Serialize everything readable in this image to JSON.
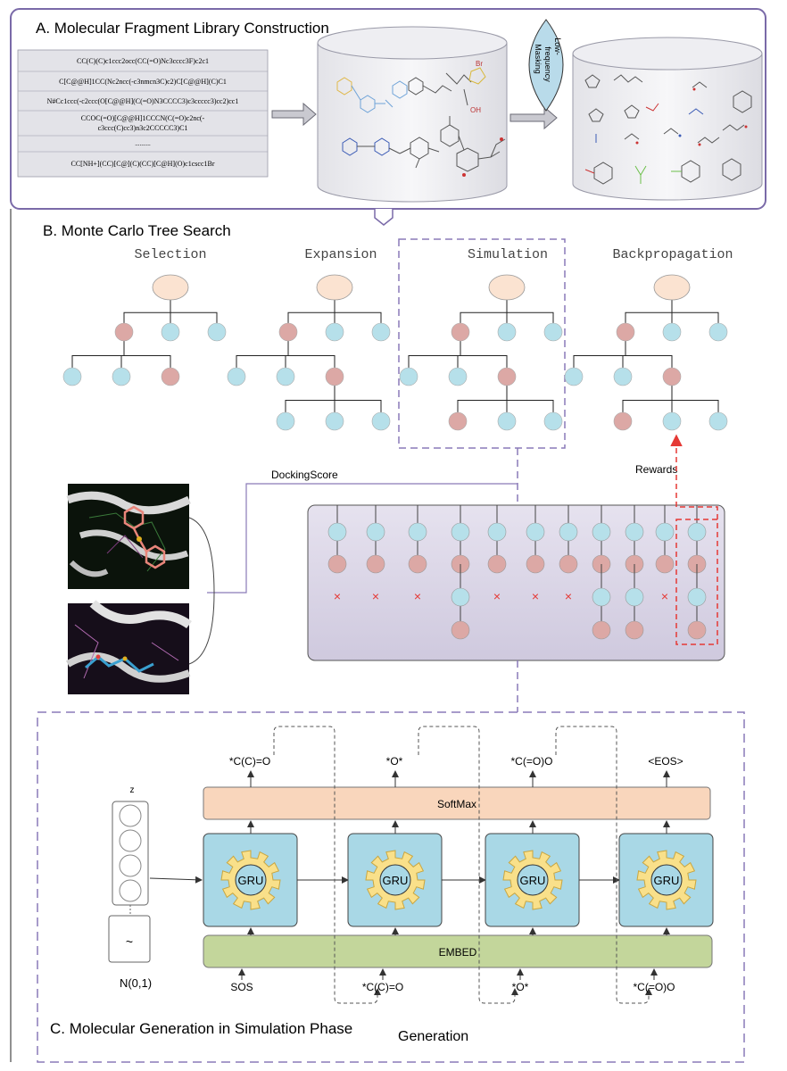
{
  "panel_a": {
    "title": "A. Molecular Fragment Library Construction",
    "smiles": [
      "CC(C)(C)c1ccc2occ(CC(=O)Nc3cccc3F)c2c1",
      "C[C@@H]1CC(Nc2ncc(-c3nmcn3C)c2)C[C@@H](C)C1",
      "N#Cc1ccc(-c2ccc(O[C@@H](C(=O)N3CCCC3)c3ccccc3)cc2)cc1",
      "CCOC(=O)[C@@H]1CCCN(C(=O)c2nc(-",
      "c3ccc(C)cc3)n3c2CCCCC3)C1",
      "..........",
      "CC[NH+](CC)[C@](C)(CC)[C@H](O)c1cscc1Br"
    ],
    "masking_label": [
      "Low-",
      "frequency",
      "Masking"
    ]
  },
  "panel_b": {
    "title": "B. Monte Carlo Tree Search",
    "stages": [
      "Selection",
      "Expansion",
      "Simulation",
      "Backpropagation"
    ],
    "docking_label": "DockingScore",
    "rewards_label": "Rewards",
    "fail_mark": "×"
  },
  "panel_c": {
    "title": "C. Molecular Generation in Simulation Phase",
    "generation_label": "Generation",
    "softmax_label": "SoftMax",
    "embed_label": "EMBED",
    "gru_label": "GRU",
    "z_label": "z",
    "noise_symbol": "~",
    "noise_label": "N(0,1)",
    "outputs": [
      "*C(C)=O",
      "*O*",
      "*C(=O)O",
      "<EOS>"
    ],
    "inputs": [
      "SOS",
      "*C(C)=O",
      "*O*",
      "*C(=O)O"
    ]
  },
  "colors": {
    "frame": "#7a6aa8",
    "root": "#fbe3d1",
    "pink": "#dca8a5",
    "blue": "#b6e0ea",
    "gru_box": "#a9d8e6",
    "gear": "#f9e08a",
    "softmax": "#f9d6bc",
    "embed": "#c3d69b",
    "red": "#e53935"
  }
}
